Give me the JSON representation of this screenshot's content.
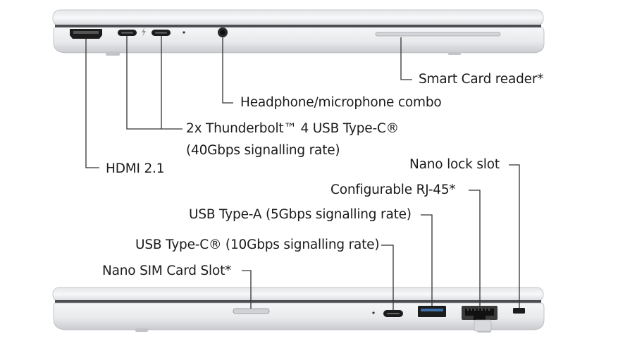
{
  "left_side": {
    "labels": {
      "smart_card": "Smart Card reader*",
      "headphone": "Headphone/microphone combo",
      "thunderbolt_line1": "2x Thunderbolt™ 4 USB Type-C®",
      "thunderbolt_line2": "(40Gbps signalling rate)",
      "hdmi": "HDMI 2.1"
    }
  },
  "right_side": {
    "labels": {
      "nano_lock": "Nano lock slot",
      "rj45": "Configurable RJ-45*",
      "usb_a": "USB Type-A (5Gbps signalling rate)",
      "usb_c": "USB Type-C® (10Gbps signalling rate)",
      "nano_sim": "Nano SIM Card Slot*"
    }
  },
  "colors": {
    "chassis_light": "#f1f2f4",
    "chassis_mid": "#d9dbde",
    "chassis_dark": "#a9acb0",
    "port_black": "#1c1c1c",
    "leader_line": "#333333"
  }
}
